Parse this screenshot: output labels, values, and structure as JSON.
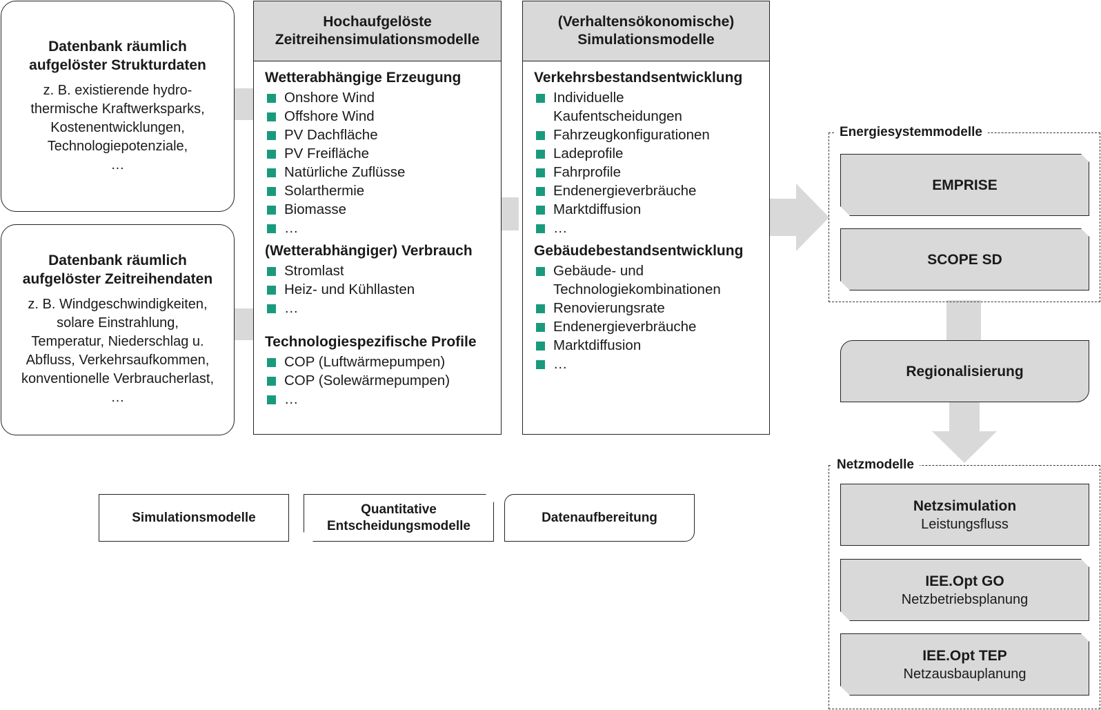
{
  "databases": [
    {
      "title_line1": "Datenbank räumlich",
      "title_line2": "aufgelöster Strukturdaten",
      "desc": [
        "z. B. existierende hydro-",
        "thermische Kraftwerksparks,",
        "Kostenentwicklungen,",
        "Technologiepotenziale,",
        "…"
      ]
    },
    {
      "title_line1": "Datenbank räumlich",
      "title_line2": "aufgelöster Zeitreihendaten",
      "desc": [
        "z. B. Windgeschwindigkeiten,",
        "solare Einstrahlung,",
        "Temperatur, Niederschlag u.",
        "Abfluss, Verkehrsaufkommen,",
        "konventionelle Verbraucherlast,",
        "…"
      ]
    }
  ],
  "timeseries": {
    "header_line1": "Hochaufgelöste",
    "header_line2": "Zeitreihensimulationsmodelle",
    "sections": [
      {
        "title": "Wetterabhängige Erzeugung",
        "items": [
          "Onshore Wind",
          "Offshore Wind",
          "PV Dachfläche",
          "PV Freifläche",
          "Natürliche Zuflüsse",
          "Solarthermie",
          "Biomasse",
          "…"
        ]
      },
      {
        "title": "(Wetterabhängiger) Verbrauch",
        "items": [
          "Stromlast",
          "Heiz- und Kühllasten",
          "…"
        ]
      },
      {
        "title": "Technologiespezifische Profile",
        "items": [
          "COP (Luftwärmepumpen)",
          "COP (Solewärmepumpen)",
          "…"
        ]
      }
    ]
  },
  "behavioral": {
    "header_line1": "(Verhaltensökonomische)",
    "header_line2": "Simulationsmodelle",
    "sections": [
      {
        "title": "Verkehrsbestandsentwicklung",
        "items": [
          "Individuelle",
          "Kaufentscheidungen",
          "Fahrzeugkonfigurationen",
          "Ladeprofile",
          "Fahrprofile",
          "Endenergieverbräuche",
          "Marktdiffusion",
          "…"
        ],
        "no_bullet": [
          1
        ]
      },
      {
        "title": "Gebäudebestandsentwicklung",
        "items": [
          "Gebäude- und",
          "Technologiekombinationen",
          "Renovierungsrate",
          "Endenergieverbräuche",
          "Marktdiffusion",
          "…"
        ],
        "no_bullet": [
          1
        ]
      }
    ]
  },
  "energy_group": {
    "title": "Energiesystemmodelle",
    "models": [
      "EMPRISE",
      "SCOPE SD"
    ]
  },
  "regionalisierung": "Regionalisierung",
  "grid_group": {
    "title": "Netzmodelle",
    "models": [
      {
        "name": "Netzsimulation",
        "sub": "Leistungsfluss"
      },
      {
        "name": "IEE.Opt GO",
        "sub": "Netzbetriebsplanung"
      },
      {
        "name": "IEE.Opt TEP",
        "sub": "Netzausbauplanung"
      }
    ]
  },
  "legend": {
    "simulation": "Simulationsmodelle",
    "quant_line1": "Quantitative",
    "quant_line2": "Entscheidungsmodelle",
    "data": "Datenaufbereitung"
  },
  "colors": {
    "accent_bullet": "#1a9a7c",
    "box_fill": "#d9d9d9",
    "connector": "#d9d9d9"
  }
}
